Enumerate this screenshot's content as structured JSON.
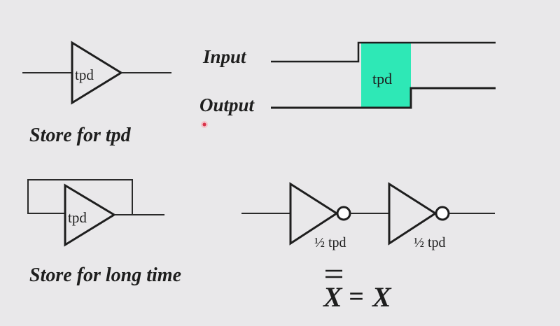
{
  "gate_label": "tpd",
  "timing": {
    "input_label": "Input",
    "output_label": "Output",
    "delay_label": "tpd",
    "delay_color": "#2ee8b6"
  },
  "captions": {
    "store_short": "Store for tpd",
    "store_long": "Store for long time"
  },
  "inverters": {
    "first_label": "½ tpd",
    "second_label": "½ tpd"
  },
  "equation": {
    "lhs": "X",
    "equals": "=",
    "rhs": "X"
  },
  "pointer": {
    "color": "#d9324a"
  }
}
